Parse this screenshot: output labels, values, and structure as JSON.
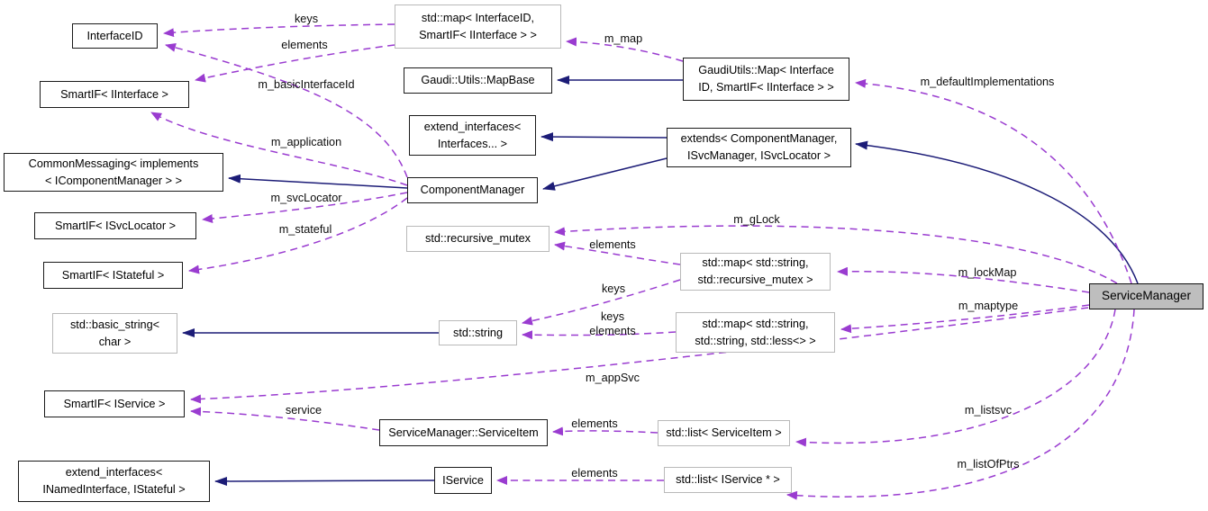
{
  "diagram": {
    "focus_class": "ServiceManager",
    "colors": {
      "usage_edge": "#9a3cd0",
      "inheritance_edge": "#1c1c77",
      "focus_fill": "#bebebe",
      "external_border": "#b9b9b9",
      "node_border": "#1a1a1a",
      "background": "#ffffff"
    },
    "nodes": [
      {
        "id": "interfaceid",
        "label": "InterfaceID",
        "kind": "class"
      },
      {
        "id": "smartif-iinterface",
        "label": "SmartIF< IInterface >",
        "kind": "class"
      },
      {
        "id": "commonmessaging",
        "label": "CommonMessaging< implements\n< IComponentManager > >",
        "kind": "class"
      },
      {
        "id": "smartif-isvclocator",
        "label": "SmartIF< ISvcLocator >",
        "kind": "class"
      },
      {
        "id": "smartif-istateful",
        "label": "SmartIF< IStateful >",
        "kind": "class"
      },
      {
        "id": "std-basic-string",
        "label": "std::basic_string<\nchar >",
        "kind": "external"
      },
      {
        "id": "smartif-iservice",
        "label": "SmartIF< IService >",
        "kind": "class"
      },
      {
        "id": "extend-interfaces-inamed",
        "label": "extend_interfaces<\nINamedInterface, IStateful >",
        "kind": "class"
      },
      {
        "id": "std-map-interfaceid",
        "label": "std::map< InterfaceID,\nSmartIF< IInterface > >",
        "kind": "external"
      },
      {
        "id": "gaudi-utils-mapbase",
        "label": "Gaudi::Utils::MapBase",
        "kind": "class"
      },
      {
        "id": "extend-interfaces-dots",
        "label": "extend_interfaces<\nInterfaces... >",
        "kind": "class"
      },
      {
        "id": "componentmanager",
        "label": "ComponentManager",
        "kind": "class"
      },
      {
        "id": "std-recursive-mutex",
        "label": "std::recursive_mutex",
        "kind": "external"
      },
      {
        "id": "std-string",
        "label": "std::string",
        "kind": "external"
      },
      {
        "id": "servicemanager-serviceitem",
        "label": "ServiceManager::ServiceItem",
        "kind": "class"
      },
      {
        "id": "iservice",
        "label": "IService",
        "kind": "class"
      },
      {
        "id": "gaudiutils-map",
        "label": "GaudiUtils::Map< Interface\nID, SmartIF< IInterface > >",
        "kind": "class"
      },
      {
        "id": "extends-box",
        "label": "extends< ComponentManager,\nISvcManager, ISvcLocator >",
        "kind": "class"
      },
      {
        "id": "std-map-string-mutex",
        "label": "std::map< std::string,\nstd::recursive_mutex >",
        "kind": "external"
      },
      {
        "id": "std-map-string-string",
        "label": "std::map< std::string,\nstd::string, std::less<> >",
        "kind": "external"
      },
      {
        "id": "std-list-serviceitem",
        "label": "std::list< ServiceItem >",
        "kind": "external"
      },
      {
        "id": "std-list-iservice-ptr",
        "label": "std::list< IService * >",
        "kind": "external"
      },
      {
        "id": "servicemanager",
        "label": "ServiceManager",
        "kind": "focus"
      }
    ],
    "edges": [
      {
        "from": "std::map< InterfaceID, SmartIF< IInterface > >",
        "to": "InterfaceID",
        "label": "keys",
        "kind": "usage"
      },
      {
        "from": "std::map< InterfaceID, SmartIF< IInterface > >",
        "to": "SmartIF< IInterface >",
        "label": "elements",
        "kind": "usage"
      },
      {
        "from": "ComponentManager",
        "to": "InterfaceID",
        "label": "m_basicInterfaceId",
        "kind": "usage"
      },
      {
        "from": "ComponentManager",
        "to": "SmartIF< IInterface >",
        "label": "m_application",
        "kind": "usage"
      },
      {
        "from": "ComponentManager",
        "to": "SmartIF< ISvcLocator >",
        "label": "m_svcLocator",
        "kind": "usage"
      },
      {
        "from": "ComponentManager",
        "to": "SmartIF< IStateful >",
        "label": "m_stateful",
        "kind": "usage"
      },
      {
        "from": "GaudiUtils::Map< InterfaceID, SmartIF< IInterface > >",
        "to": "std::map< InterfaceID, SmartIF< IInterface > >",
        "label": "m_map",
        "kind": "usage"
      },
      {
        "from": "ServiceManager",
        "to": "GaudiUtils::Map< InterfaceID, SmartIF< IInterface > >",
        "label": "m_defaultImplementations",
        "kind": "usage"
      },
      {
        "from": "ServiceManager",
        "to": "std::recursive_mutex",
        "label": "m_gLock",
        "kind": "usage"
      },
      {
        "from": "std::map< std::string, std::recursive_mutex >",
        "to": "std::recursive_mutex",
        "label": "elements",
        "kind": "usage"
      },
      {
        "from": "std::map< std::string, std::recursive_mutex >",
        "to": "std::string",
        "label": "keys",
        "kind": "usage"
      },
      {
        "from": "std::map< std::string, std::string, std::less<> >",
        "to": "std::string",
        "label": "keys",
        "kind": "usage"
      },
      {
        "from": "std::map< std::string, std::string, std::less<> >",
        "to": "std::string",
        "label": "elements",
        "kind": "usage"
      },
      {
        "from": "ServiceManager",
        "to": "std::map< std::string, std::recursive_mutex >",
        "label": "m_lockMap",
        "kind": "usage"
      },
      {
        "from": "ServiceManager",
        "to": "std::map< std::string, std::string, std::less<> >",
        "label": "m_maptype",
        "kind": "usage"
      },
      {
        "from": "ServiceManager",
        "to": "SmartIF< IService >",
        "label": "m_appSvc",
        "kind": "usage"
      },
      {
        "from": "ServiceManager::ServiceItem",
        "to": "SmartIF< IService >",
        "label": "service",
        "kind": "usage"
      },
      {
        "from": "std::list< ServiceItem >",
        "to": "ServiceManager::ServiceItem",
        "label": "elements",
        "kind": "usage"
      },
      {
        "from": "ServiceManager",
        "to": "std::list< ServiceItem >",
        "label": "m_listsvc",
        "kind": "usage"
      },
      {
        "from": "std::list< IService * >",
        "to": "IService",
        "label": "elements",
        "kind": "usage"
      },
      {
        "from": "ServiceManager",
        "to": "std::list< IService * >",
        "label": "m_listOfPtrs",
        "kind": "usage"
      },
      {
        "from": "GaudiUtils::Map< InterfaceID, SmartIF< IInterface > >",
        "to": "Gaudi::Utils::MapBase",
        "label": "",
        "kind": "inheritance"
      },
      {
        "from": "extends< ComponentManager, ISvcManager, ISvcLocator >",
        "to": "extend_interfaces< Interfaces... >",
        "label": "",
        "kind": "inheritance"
      },
      {
        "from": "extends< ComponentManager, ISvcManager, ISvcLocator >",
        "to": "ComponentManager",
        "label": "",
        "kind": "inheritance"
      },
      {
        "from": "ComponentManager",
        "to": "CommonMessaging< implements < IComponentManager > >",
        "label": "",
        "kind": "inheritance"
      },
      {
        "from": "ServiceManager",
        "to": "extends< ComponentManager, ISvcManager, ISvcLocator >",
        "label": "",
        "kind": "inheritance"
      },
      {
        "from": "std::string",
        "to": "std::basic_string< char >",
        "label": "",
        "kind": "inheritance"
      },
      {
        "from": "IService",
        "to": "extend_interfaces< INamedInterface, IStateful >",
        "label": "",
        "kind": "inheritance"
      }
    ]
  }
}
